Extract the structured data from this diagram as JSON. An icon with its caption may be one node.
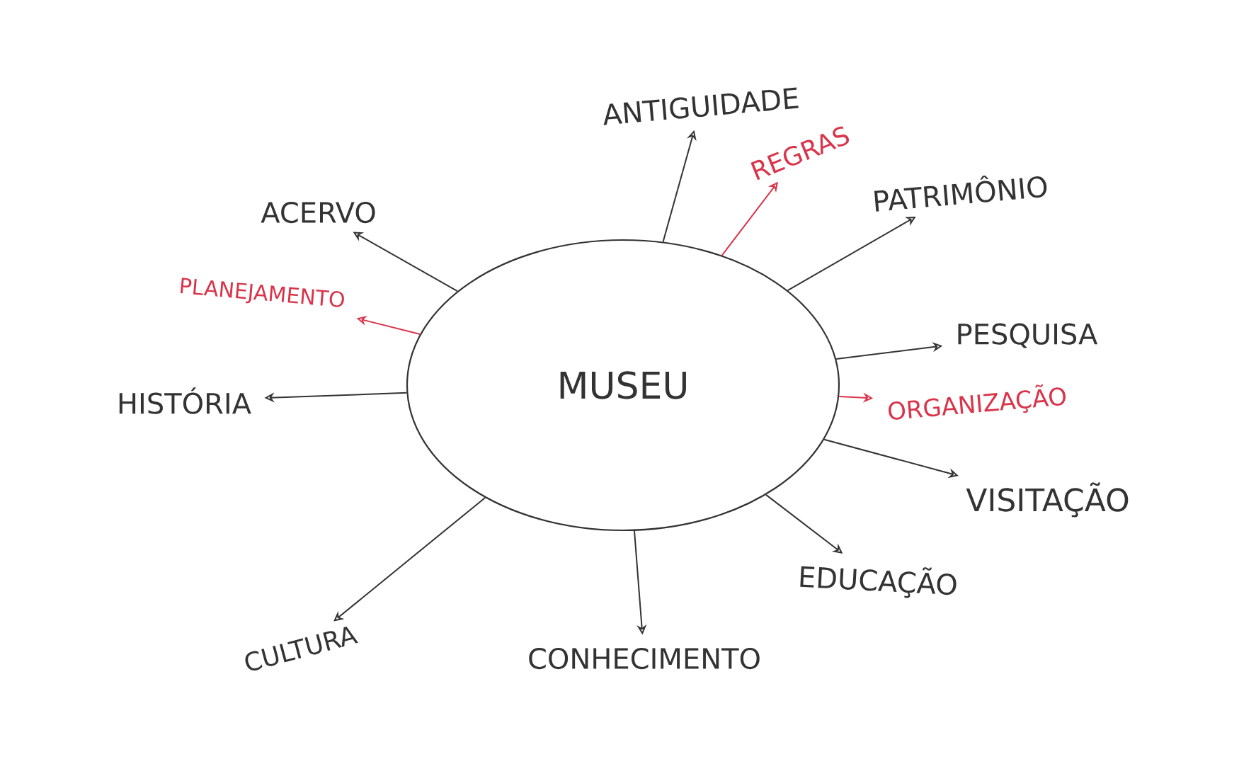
{
  "diagram": {
    "nodes": [
      {
        "text": [
          "MUSEU"
        ]
      },
      {
        "text": [
          "ANTIGUIDADE"
        ]
      },
      {
        "text": [
          "REGRAS"
        ]
      },
      {
        "text": [
          "ACERVO"
        ]
      },
      {
        "text": [
          "PATRIMÔNIO"
        ]
      },
      {
        "text": [
          "PLANEJAMENTO"
        ]
      },
      {
        "text": [
          "PESQUISA"
        ]
      },
      {
        "text": [
          "HISTÓRIA"
        ]
      },
      {
        "text": [
          "ORGANIZAÇÃO"
        ]
      },
      {
        "text": [
          "VISITAÇÃO"
        ]
      },
      {
        "text": [
          "EDUCAÇÃO"
        ]
      },
      {
        "text": [
          "CULTURA"
        ]
      },
      {
        "text": [
          "CONHECIMENTO"
        ]
      }
    ],
    "edges": [
      {
        "from": 0,
        "to": 1,
        "arrow": "to"
      },
      {
        "from": 0,
        "to": 2,
        "arrow": "to",
        "color": "#d9344a"
      },
      {
        "from": 0,
        "to": 3,
        "arrow": "to"
      },
      {
        "from": 0,
        "to": 4,
        "arrow": "to"
      },
      {
        "from": 0,
        "to": 5,
        "arrow": "to",
        "color": "#d9344a"
      },
      {
        "from": 0,
        "to": 6,
        "arrow": "to"
      },
      {
        "from": 0,
        "to": 7,
        "arrow": "to"
      },
      {
        "from": 0,
        "to": 8,
        "arrow": "to",
        "color": "#d9344a"
      },
      {
        "from": 0,
        "to": 9,
        "arrow": "to"
      },
      {
        "from": 0,
        "to": 10,
        "arrow": "to"
      },
      {
        "from": 0,
        "to": 11,
        "arrow": "to"
      },
      {
        "from": 0,
        "to": 12,
        "arrow": "to"
      }
    ]
  }
}
